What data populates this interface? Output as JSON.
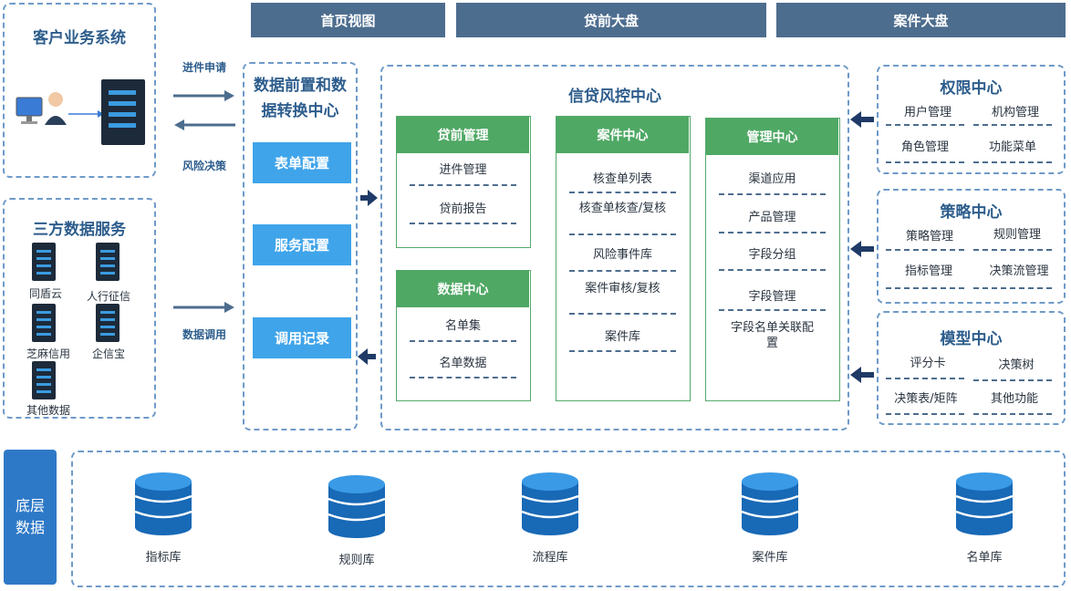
{
  "top_nav": [
    "首页视图",
    "贷前大盘",
    "案件大盘"
  ],
  "customer_system": {
    "title": "客户业务系统"
  },
  "third_party": {
    "title": "三方数据服务",
    "sources": [
      "同盾云",
      "人行征信",
      "芝麻信用",
      "企信宝",
      "其他数据"
    ]
  },
  "flows": {
    "apply": "进件申请",
    "decision": "风险决策",
    "data_call": "数据调用"
  },
  "preproc": {
    "title": "数据前置和数据转换中心",
    "buttons": [
      "表单配置",
      "服务配置",
      "调用记录"
    ]
  },
  "risk_center": {
    "title": "信贷风控中心",
    "panels": [
      {
        "title": "贷前管理",
        "items": [
          "进件管理",
          "贷前报告"
        ]
      },
      {
        "title": "数据中心",
        "items": [
          "名单集",
          "名单数据"
        ]
      },
      {
        "title": "案件中心",
        "items": [
          "核查单列表",
          "核查单核查/复核",
          "风险事件库",
          "案件审核/复核",
          "案件库"
        ]
      },
      {
        "title": "管理中心",
        "items": [
          "渠道应用",
          "产品管理",
          "字段分组",
          "字段管理",
          "字段名单关联配置"
        ]
      }
    ]
  },
  "right_groups": [
    {
      "title": "权限中心",
      "items": [
        "用户管理",
        "机构管理",
        "角色管理",
        "功能菜单"
      ]
    },
    {
      "title": "策略中心",
      "items": [
        "策略管理",
        "规则管理",
        "指标管理",
        "决策流管理"
      ]
    },
    {
      "title": "模型中心",
      "items": [
        "评分卡",
        "决策树",
        "决策表/矩阵",
        "其他功能"
      ]
    }
  ],
  "bottom": {
    "label": "底层数据",
    "dbs": [
      "指标库",
      "规则库",
      "流程库",
      "案件库",
      "名单库"
    ]
  },
  "colors": {
    "nav": "#4d6d8e",
    "accent": "#3fa4ea",
    "panel_green": "#4fa864",
    "dash": "#6e9ac8"
  }
}
